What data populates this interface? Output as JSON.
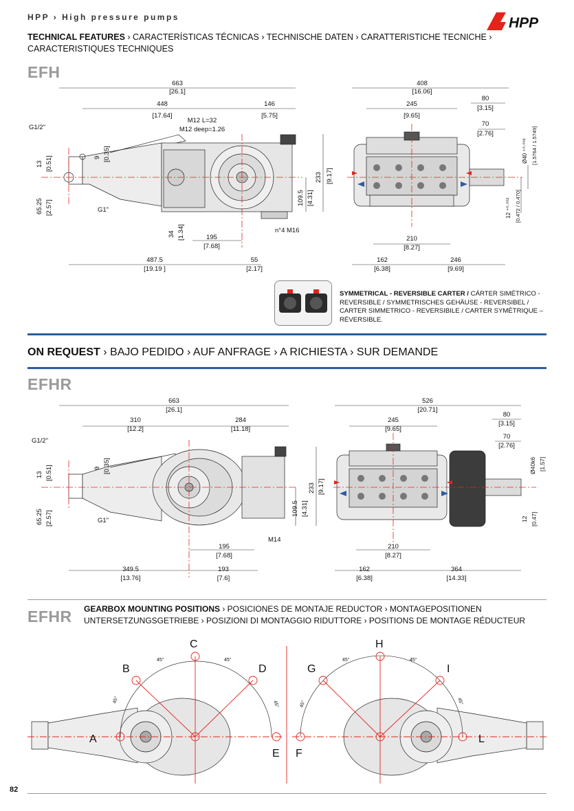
{
  "header": {
    "brand_line": "HPP › High pressure pumps",
    "logo_text": "HPP",
    "features_bold": "TECHNICAL FEATURES",
    "features_rest": " › CARACTERÍSTICAS TÉCNICAS › TECHNISCHE DATEN ›  CARATTERISTICHE TECNICHE ›",
    "features_line2": "CARACTERISTIQUES TECHNIQUES"
  },
  "efh": {
    "model": "EFH",
    "dims": {
      "d663": "663",
      "d663i": "[26.1]",
      "d448": "448",
      "d448i": "[17.64]",
      "d146": "146",
      "d146i": "[5.75]",
      "m12a": "M12 L=32",
      "m12b": "M12 deep=1.26",
      "g12": "G1/2\"",
      "g1": "G1\"",
      "d13": "13",
      "d13i": "[0.51]",
      "d9": "9",
      "d9i": "[0.35]",
      "d6525": "65.25",
      "d6525i": "[2.57]",
      "d1095": "109.5",
      "d1095i": "[4.31]",
      "d233": "233",
      "d233i": "[9.17]",
      "d34": "34",
      "d34i": "[1.34]",
      "d195": "195",
      "d195i": "[7.68]",
      "n4m16": "n°4 M16",
      "d4875": "487.5",
      "d4875i": "[19.19 ]",
      "d55": "55",
      "d55i": "[2.17]",
      "d408": "408",
      "d408i": "[16.06]",
      "d245": "245",
      "d245i": "[9.65]",
      "d80": "80",
      "d80i": "[3.15]",
      "d70": "70",
      "d70i": "[2.76]",
      "d40": "Ø40 ⁺⁰·⁰⁰²",
      "d40i": "[1.5764 / 1.5749]",
      "d12": "12 ⁺⁰·⁰⁰²",
      "d12i": "[0.472 / 0.470]",
      "d210": "210",
      "d210i": "[8.27]",
      "d162": "162",
      "d162i": "[6.38]",
      "d246": "246",
      "d246i": "[9.69]"
    },
    "symmetric_bold": "SYMMETRICAL - REVERSIBLE CARTER /",
    "symmetric_rest": " CÁRTER SIMÉTRICO - REVERSIBLE / SYMMETRISCHES GEHÄUSE - REVERSIBEL / CARTER SIMMETRICO - REVERSIBILE / CARTER SYMÉTRIQUE – RÉVERSIBLE."
  },
  "on_request": {
    "bold": "ON REQUEST",
    "rest": " › BAJO PEDIDO › AUF ANFRAGE › A RICHIESTA › SUR DEMANDE"
  },
  "efhr": {
    "model": "EFHR",
    "dims": {
      "d663": "663",
      "d663i": "[26.1]",
      "d310": "310",
      "d310i": "[12.2]",
      "d284": "284",
      "d284i": "[11.18]",
      "g12": "G1/2\"",
      "g1": "G1\"",
      "d13": "13",
      "d13i": "[0.51]",
      "d9": "9",
      "d9i": "[0.35]",
      "d6525": "65.25",
      "d6525i": "[2.57]",
      "d1095": "109.5",
      "d1095i": "[4.31]",
      "d233": "233",
      "d233i": "[9.17]",
      "d195": "195",
      "d195i": "[7.68]",
      "m14": "M14",
      "d3495": "349.5",
      "d3495i": "[13.76]",
      "d193": "193",
      "d193i": "[7.6]",
      "d526": "526",
      "d526i": "[20.71]",
      "d245": "245",
      "d245i": "[9.65]",
      "d80": "80",
      "d80i": "[3.15]",
      "d70": "70",
      "d70i": "[2.76]",
      "d40": "Ø40k6",
      "d40i": "[1.57]",
      "d12": "12",
      "d12i": "[0.47]",
      "d210": "210",
      "d210i": "[8.27]",
      "d162": "162",
      "d162i": "[6.38]",
      "d364": "364",
      "d364i": "[14.33]"
    }
  },
  "gearbox": {
    "model": "EFHR",
    "bold": "GEARBOX MOUNTING POSITIONS",
    "rest": " › POSICIONES DE MONTAJE REDUCTOR › MONTAGEPOSITIONEN",
    "line2": "UNTERSETZUNGSGETRIEBE › POSIZIONI DI MONTAGGIO RIDUTTORE › POSITIONS DE MONTAGE RÉDUCTEUR",
    "angle": "45°",
    "left_labels": [
      "A",
      "B",
      "C",
      "D",
      "E"
    ],
    "right_labels": [
      "F",
      "G",
      "H",
      "I",
      "L"
    ]
  },
  "footer": {
    "page_number": "82"
  },
  "colors": {
    "accent_blue": "#2e5c9e",
    "axis_red": "#e3241b",
    "model_grey": "#9a9a9a"
  }
}
